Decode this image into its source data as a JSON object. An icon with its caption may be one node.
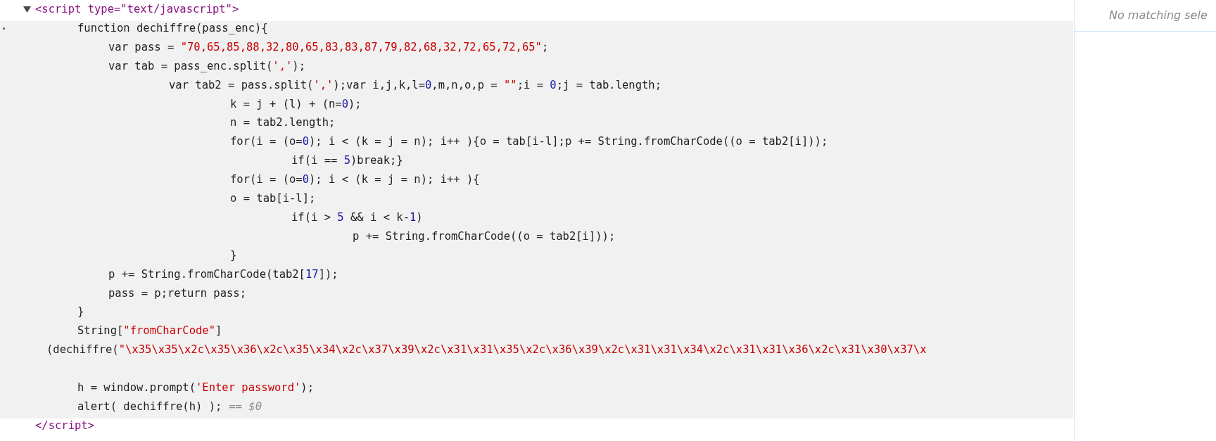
{
  "diagram": {
    "labels": [
      "<script type=\"text/javascript\">",
      "function dechiffre(pass_enc){",
      "var pass = \"70,65,85,88,32,80,65,83,83,87,79,82,68,32,72,65,72,65\";",
      "var tab  = pass_enc.split(',');",
      "var tab2 = pass.split(',');var i,j,k,l=0,m,n,o,p = \"\";i = 0;j = tab.length;",
      "k = j + (l) + (n=0);",
      "n = tab2.length;",
      "for(i = (o=0); i < (k = j = n); i++ ){o = tab[i-l];p += String.fromCharCode((o = tab2[i]));",
      "if(i == 5)break;}",
      "for(i = (o=0); i < (k = j = n); i++ ){",
      "o = tab[i-l];",
      "if(i > 5 && i < k-1)",
      "p += String.fromCharCode((o = tab2[i]));",
      "}",
      "p += String.fromCharCode(tab2[17]);",
      "pass = p;return pass;",
      "}",
      "String[\"fromCharCode\"]",
      "(dechiffre(\"\\x35\\x35\\x2c\\x35\\x36\\x2c\\x35\\x34\\x2c\\x37\\x39\\x2c\\x31\\x31\\x35\\x2c\\x36\\x39\\x2c\\x31\\x31\\x34\\x2c\\x31\\x31\\x36\\x2c\\x31\\x30\\x37\\x",
      "h = window.prompt('Enter password');",
      "alert( dechiffre(h) );",
      "== $0",
      "</script>",
      "No matching sele"
    ]
  }
}
